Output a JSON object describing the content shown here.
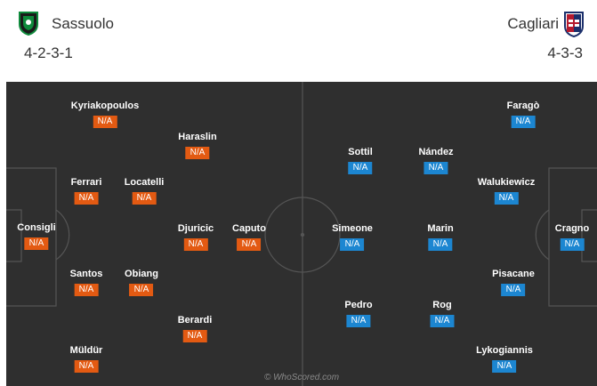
{
  "home": {
    "name": "Sassuolo",
    "formation": "4-2-3-1",
    "crest_colors": [
      "#1a1a1a",
      "#0f8a3c"
    ],
    "rating_color": "#e35a12",
    "players": [
      {
        "name": "Consigli",
        "rating": "N/A"
      },
      {
        "name": "Kyriakopoulos",
        "rating": "N/A"
      },
      {
        "name": "Ferrari",
        "rating": "N/A"
      },
      {
        "name": "Santos",
        "rating": "N/A"
      },
      {
        "name": "Müldür",
        "rating": "N/A"
      },
      {
        "name": "Locatelli",
        "rating": "N/A"
      },
      {
        "name": "Obiang",
        "rating": "N/A"
      },
      {
        "name": "Haraslin",
        "rating": "N/A"
      },
      {
        "name": "Djuricic",
        "rating": "N/A"
      },
      {
        "name": "Berardi",
        "rating": "N/A"
      },
      {
        "name": "Caputo",
        "rating": "N/A"
      }
    ]
  },
  "away": {
    "name": "Cagliari",
    "formation": "4-3-3",
    "crest_colors": [
      "#b51a2e",
      "#1b2f6b"
    ],
    "rating_color": "#1c86d1",
    "players": [
      {
        "name": "Cragno",
        "rating": "N/A"
      },
      {
        "name": "Faragò",
        "rating": "N/A"
      },
      {
        "name": "Walukiewicz",
        "rating": "N/A"
      },
      {
        "name": "Pisacane",
        "rating": "N/A"
      },
      {
        "name": "Lykogiannis",
        "rating": "N/A"
      },
      {
        "name": "Nández",
        "rating": "N/A"
      },
      {
        "name": "Marin",
        "rating": "N/A"
      },
      {
        "name": "Rog",
        "rating": "N/A"
      },
      {
        "name": "Sottil",
        "rating": "N/A"
      },
      {
        "name": "Simeone",
        "rating": "N/A"
      },
      {
        "name": "Pedro",
        "rating": "N/A"
      }
    ]
  },
  "watermark": "© WhoScored.com",
  "pitch_color": "#2f2f2f",
  "line_color": "#555555"
}
